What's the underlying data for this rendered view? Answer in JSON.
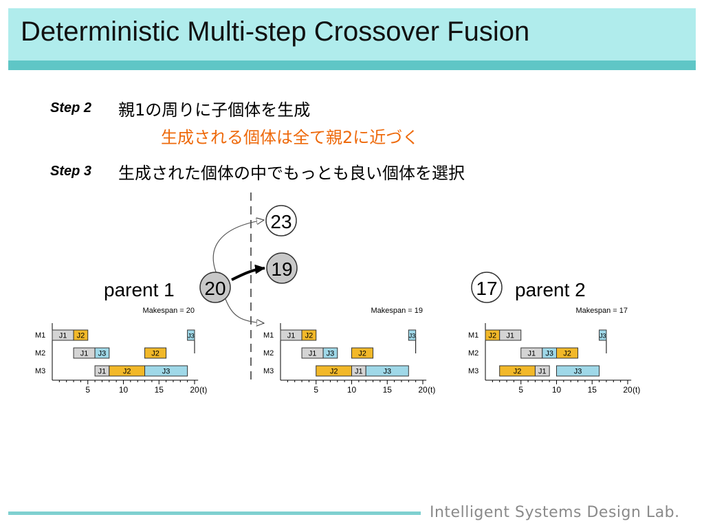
{
  "title": "Deterministic Multi-step Crossover Fusion",
  "steps": [
    {
      "label": "Step 2",
      "text": "親1の周りに子個体を生成",
      "note": "生成される個体は全て親2に近づく"
    },
    {
      "label": "Step 3",
      "text": "生成された個体の中でもっとも良い個体を選択"
    }
  ],
  "footer": "Intelligent Systems Design Lab.",
  "diagram": {
    "nodes": [
      {
        "value": "20",
        "label": "parent 1",
        "filled": true
      },
      {
        "value": "23",
        "filled": false
      },
      {
        "value": "19",
        "filled": true
      },
      {
        "value": "17",
        "label": "parent 2",
        "filled": false
      }
    ],
    "machines": [
      "M1",
      "M2",
      "M3"
    ],
    "ticks": [
      "5",
      "10",
      "15",
      "20"
    ],
    "time_unit": "(t)",
    "gantt": [
      {
        "makespan_label": "Makespan = 20",
        "bars": [
          {
            "m": "M1",
            "job": "J1",
            "start": 0,
            "end": 3
          },
          {
            "m": "M1",
            "job": "J2",
            "start": 3,
            "end": 5
          },
          {
            "m": "M1",
            "job": "J3",
            "start": 19,
            "end": 20
          },
          {
            "m": "M2",
            "job": "J1",
            "start": 3,
            "end": 6
          },
          {
            "m": "M2",
            "job": "J3",
            "start": 6,
            "end": 8
          },
          {
            "m": "M2",
            "job": "J2",
            "start": 13,
            "end": 16
          },
          {
            "m": "M3",
            "job": "J1",
            "start": 6,
            "end": 8
          },
          {
            "m": "M3",
            "job": "J2",
            "start": 8,
            "end": 13
          },
          {
            "m": "M3",
            "job": "J3",
            "start": 13,
            "end": 19
          }
        ]
      },
      {
        "makespan_label": "Makespan = 19",
        "bars": [
          {
            "m": "M1",
            "job": "J1",
            "start": 0,
            "end": 3
          },
          {
            "m": "M1",
            "job": "J2",
            "start": 3,
            "end": 5
          },
          {
            "m": "M1",
            "job": "J3",
            "start": 18,
            "end": 19
          },
          {
            "m": "M2",
            "job": "J1",
            "start": 3,
            "end": 6
          },
          {
            "m": "M2",
            "job": "J3",
            "start": 6,
            "end": 8
          },
          {
            "m": "M2",
            "job": "J2",
            "start": 10,
            "end": 13
          },
          {
            "m": "M3",
            "job": "J2",
            "start": 5,
            "end": 10
          },
          {
            "m": "M3",
            "job": "J1",
            "start": 10,
            "end": 12
          },
          {
            "m": "M3",
            "job": "J3",
            "start": 12,
            "end": 18
          }
        ]
      },
      {
        "makespan_label": "Makespan = 17",
        "bars": [
          {
            "m": "M1",
            "job": "J2",
            "start": 0,
            "end": 2
          },
          {
            "m": "M1",
            "job": "J1",
            "start": 2,
            "end": 5
          },
          {
            "m": "M1",
            "job": "J3",
            "start": 16,
            "end": 17
          },
          {
            "m": "M2",
            "job": "J1",
            "start": 5,
            "end": 8
          },
          {
            "m": "M2",
            "job": "J3",
            "start": 8,
            "end": 10
          },
          {
            "m": "M2",
            "job": "J2",
            "start": 10,
            "end": 13
          },
          {
            "m": "M3",
            "job": "J2",
            "start": 2,
            "end": 7
          },
          {
            "m": "M3",
            "job": "J1",
            "start": 7,
            "end": 9
          },
          {
            "m": "M3",
            "job": "J3",
            "start": 10,
            "end": 16
          }
        ]
      }
    ],
    "colors": {
      "J1": "#d4d4d4",
      "J2": "#f2b829",
      "J3": "#9fd8e8",
      "node_fill": "#c8c8c8",
      "accent": "#5fc6c6"
    }
  }
}
